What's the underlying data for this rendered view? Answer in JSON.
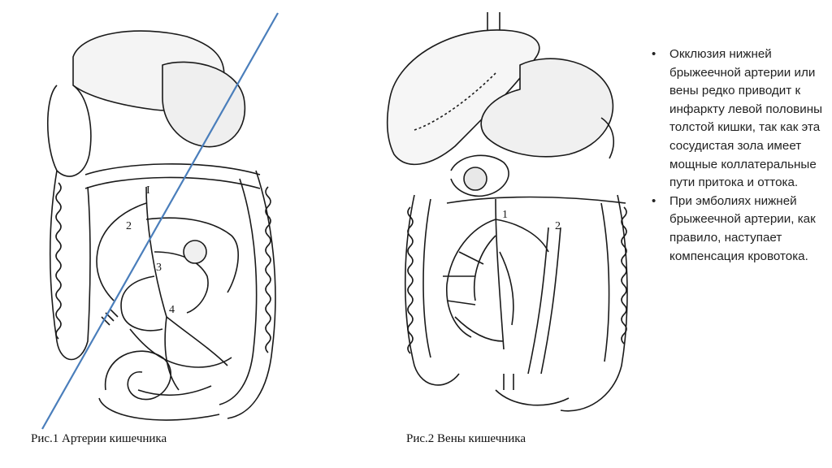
{
  "figures": [
    {
      "caption": "Рис.1 Артерии кишечника",
      "markers": [
        "I",
        "2",
        "3",
        "4"
      ]
    },
    {
      "caption": "Рис.2 Вены кишечника",
      "markers": [
        "1",
        "2"
      ]
    }
  ],
  "bullets": [
    {
      "text": "Окклюзия нижней брыжеечной артерии или вены редко приводит к инфаркту левой половины толстой кишки, так как эта сосудистая зола имеет мощные коллатеральные пути притока и оттока."
    },
    {
      "text": "При эмболиях нижней брыжеечной артерии, как правило, наступает компенсация кровотока."
    }
  ],
  "colors": {
    "annotation_line": "#4a7ebb",
    "ink": "#1a1a1a"
  }
}
